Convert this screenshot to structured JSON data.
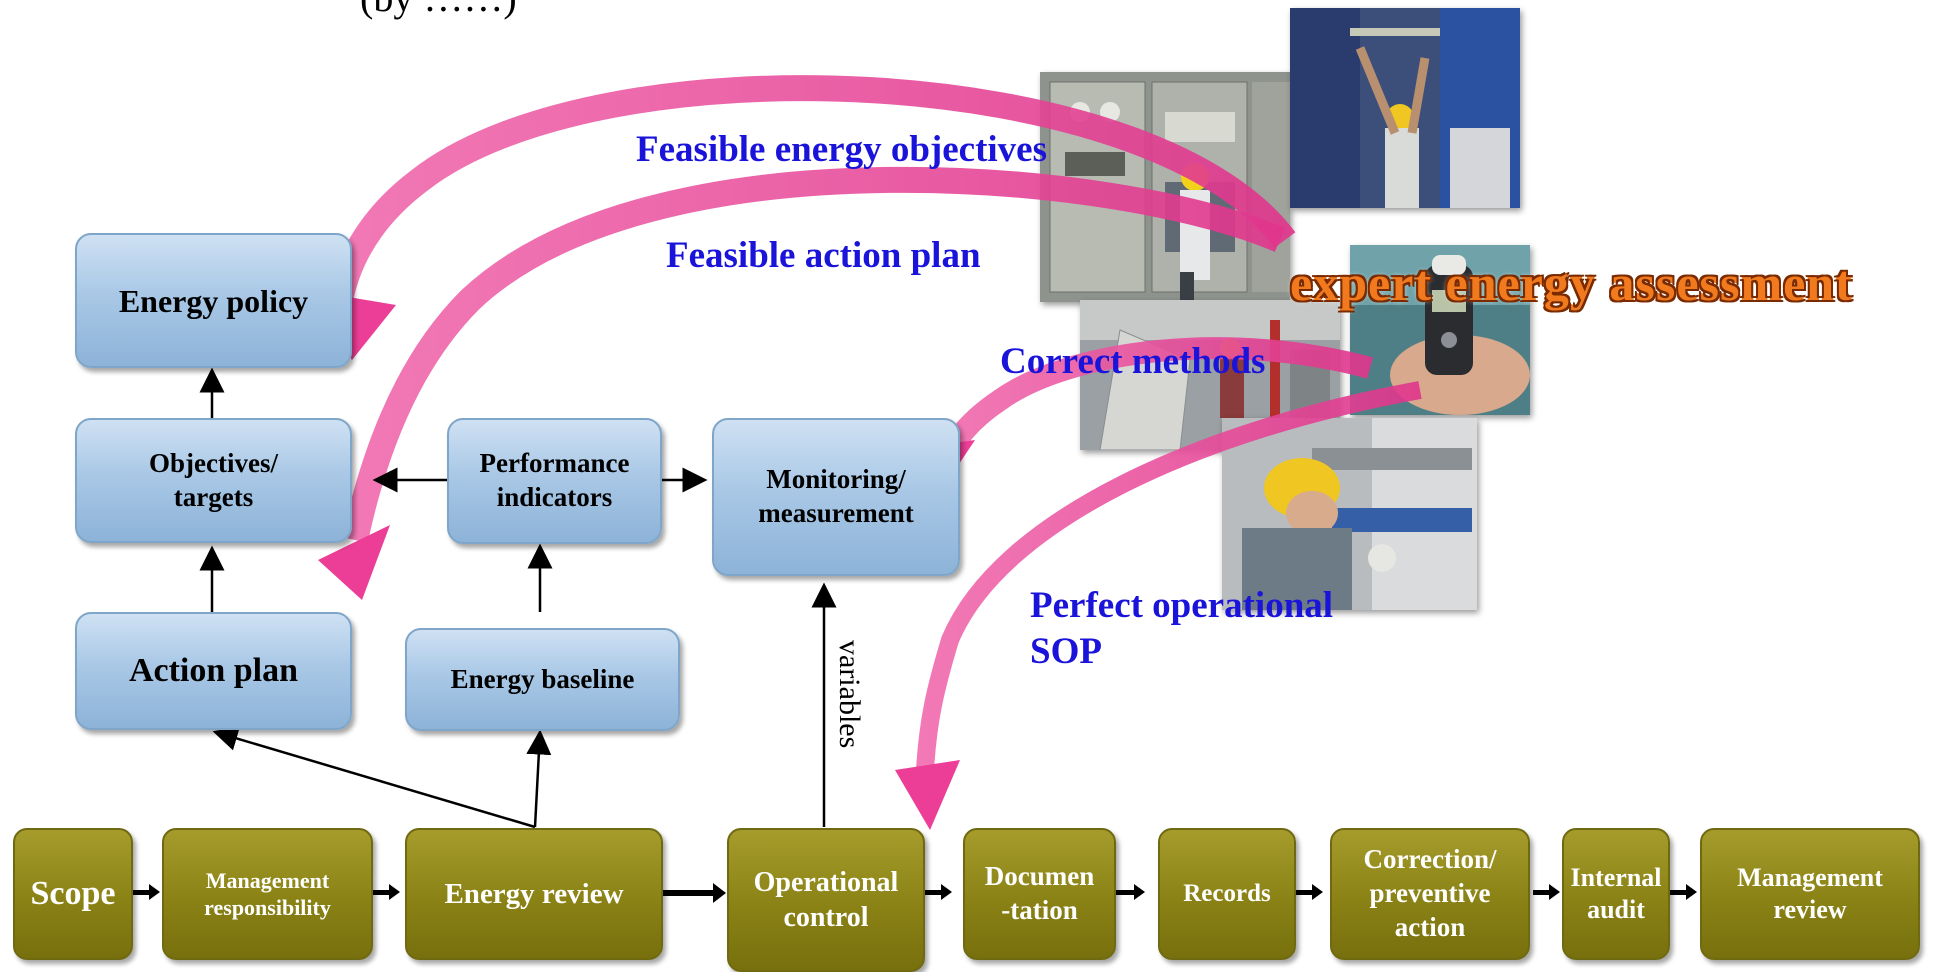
{
  "caption_fragment": "(by ……)",
  "flow_boxes": [
    {
      "id": "scope",
      "text": "Scope"
    },
    {
      "id": "management-responsibility",
      "text": "Management responsibility"
    },
    {
      "id": "energy-review",
      "text": "Energy review"
    },
    {
      "id": "operational-control",
      "text": "Operational control"
    },
    {
      "id": "documentation",
      "text": "Documen -tation"
    },
    {
      "id": "records",
      "text": "Records"
    },
    {
      "id": "correction",
      "text": "Correction/ preventive action"
    },
    {
      "id": "internal-audit",
      "text": "Internal audit"
    },
    {
      "id": "management-review",
      "text": "Management review"
    }
  ],
  "plan_boxes": {
    "energy_policy": "Energy policy",
    "objectives": "Objectives/ targets",
    "performance_indicators": "Performance indicators",
    "monitoring": "Monitoring/ measurement",
    "action_plan": "Action plan",
    "energy_baseline": "Energy baseline"
  },
  "labels": {
    "feasible_objectives": "Feasible energy objectives",
    "feasible_action_plan": "Feasible action plan",
    "correct_methods": "Correct methods",
    "perfect_sop_line1": "Perfect operational",
    "perfect_sop_line2": "SOP",
    "variables": "variables",
    "expert": "expert energy assessment"
  },
  "colors": {
    "plan_box": "#a9c8e6",
    "flow_box": "#8a8215",
    "label_blue": "#1a13d9",
    "arrow_pink": "#ec3e96",
    "expert_orange": "#f07a1d"
  },
  "icons": [
    "photo-electrical-panel",
    "photo-overhead-work",
    "photo-light-meter",
    "photo-pipe-inspection",
    "photo-valve-worker"
  ]
}
